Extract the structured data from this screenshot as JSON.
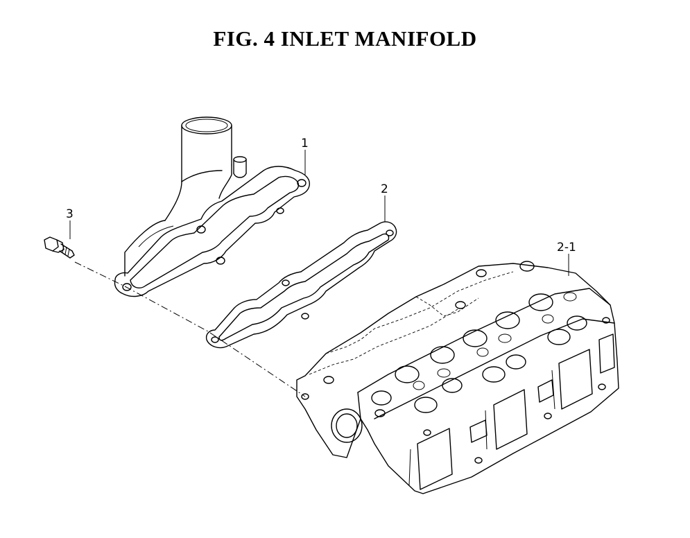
{
  "title": "FIG.  4  INLET MANIFOLD",
  "callouts": {
    "manifold": "1",
    "gasket": "2",
    "bolt": "3",
    "cylinder_head": "2-1"
  }
}
